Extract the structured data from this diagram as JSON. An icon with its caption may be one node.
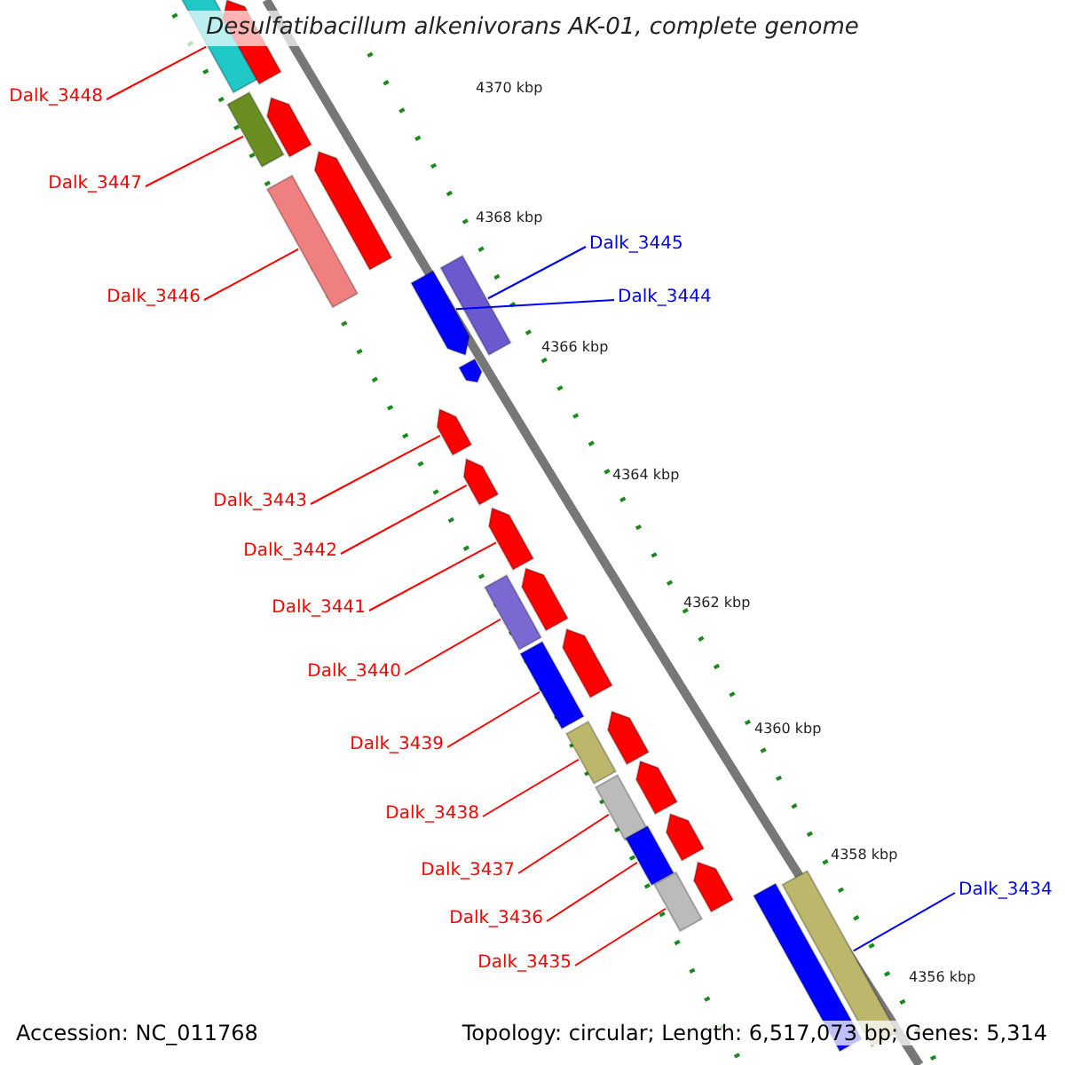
{
  "diagram": {
    "title": "Desulfatibacillum alkenivorans AK-01, complete genome",
    "nodes": [
      {
        "text": [
          "Dalk_3448"
        ]
      },
      {
        "text": [
          "Dalk_3447"
        ]
      },
      {
        "text": [
          "Dalk_3445"
        ]
      },
      {
        "text": [
          "Dalk_3446"
        ]
      },
      {
        "text": [
          "Dalk_3444"
        ]
      },
      {
        "text": [
          "Dalk_3443"
        ]
      },
      {
        "text": [
          "Dalk_3442"
        ]
      },
      {
        "text": [
          "Dalk_3441"
        ]
      },
      {
        "text": [
          "Dalk_3440"
        ]
      },
      {
        "text": [
          "Dalk_3439"
        ]
      },
      {
        "text": [
          "Dalk_3438"
        ]
      },
      {
        "text": [
          "Dalk_3437"
        ]
      },
      {
        "text": [
          "Dalk_3436"
        ]
      },
      {
        "text": [
          "Dalk_3435"
        ]
      },
      {
        "text": [
          "Dalk_3434"
        ]
      },
      {
        "text": [],
        "shape": "bar"
      },
      {
        "text": [],
        "shape": "pentagon"
      },
      {
        "text": [],
        "shape": "pentagon"
      },
      {
        "text": [],
        "shape": "bar"
      },
      {
        "text": [],
        "shape": "pentagon"
      },
      {
        "text": [],
        "shape": "bar"
      },
      {
        "text": [],
        "shape": "bar"
      },
      {
        "text": [],
        "shape": "pentagon"
      },
      {
        "text": [],
        "shape": "pentagon"
      },
      {
        "text": [],
        "shape": "pentagon"
      },
      {
        "text": [],
        "shape": "pentagon"
      },
      {
        "text": [],
        "shape": "pentagon"
      },
      {
        "text": [],
        "shape": "pentagon"
      },
      {
        "text": [],
        "shape": "bar"
      },
      {
        "text": [],
        "shape": "pentagon"
      },
      {
        "text": [],
        "shape": "bar"
      },
      {
        "text": [],
        "shape": "pentagon"
      },
      {
        "text": [],
        "shape": "bar"
      },
      {
        "text": [],
        "shape": "pentagon"
      },
      {
        "text": [],
        "shape": "bar"
      },
      {
        "text": [],
        "shape": "pentagon"
      },
      {
        "text": [],
        "shape": "bar"
      },
      {
        "text": [],
        "shape": "pentagon"
      },
      {
        "text": [],
        "shape": "bar"
      },
      {
        "text": [],
        "shape": "bar"
      },
      {
        "text": [],
        "shape": "bar"
      }
    ],
    "edges": [
      {
        "from": 0,
        "to": 15,
        "arrow": "none"
      },
      {
        "from": 1,
        "to": 18,
        "arrow": "none"
      },
      {
        "from": 2,
        "to": 21,
        "arrow": "none",
        "color": "#0000ff"
      },
      {
        "from": 3,
        "to": 20,
        "arrow": "none"
      },
      {
        "from": 4,
        "to": 22,
        "arrow": "none",
        "color": "#0000ff"
      },
      {
        "from": 5,
        "to": 24,
        "arrow": "none"
      },
      {
        "from": 6,
        "to": 25,
        "arrow": "none"
      },
      {
        "from": 7,
        "to": 26,
        "arrow": "none"
      },
      {
        "from": 8,
        "to": 28,
        "arrow": "none"
      },
      {
        "from": 9,
        "to": 30,
        "arrow": "none"
      },
      {
        "from": 10,
        "to": 32,
        "arrow": "none"
      },
      {
        "from": 11,
        "to": 34,
        "arrow": "none"
      },
      {
        "from": 12,
        "to": 36,
        "arrow": "none"
      },
      {
        "from": 13,
        "to": 38,
        "arrow": "none"
      },
      {
        "from": 14,
        "to": 39,
        "arrow": "none",
        "color": "#0000ff"
      }
    ],
    "labels": [
      "4370 kbp",
      "4368 kbp",
      "4366 kbp",
      "4364 kbp",
      "4362 kbp",
      "4360 kbp",
      "4358 kbp",
      "4356 kbp",
      "Accession: NC_011768",
      "Topology: circular; Length: 6,517,073 bp; Genes: 5,314"
    ]
  }
}
